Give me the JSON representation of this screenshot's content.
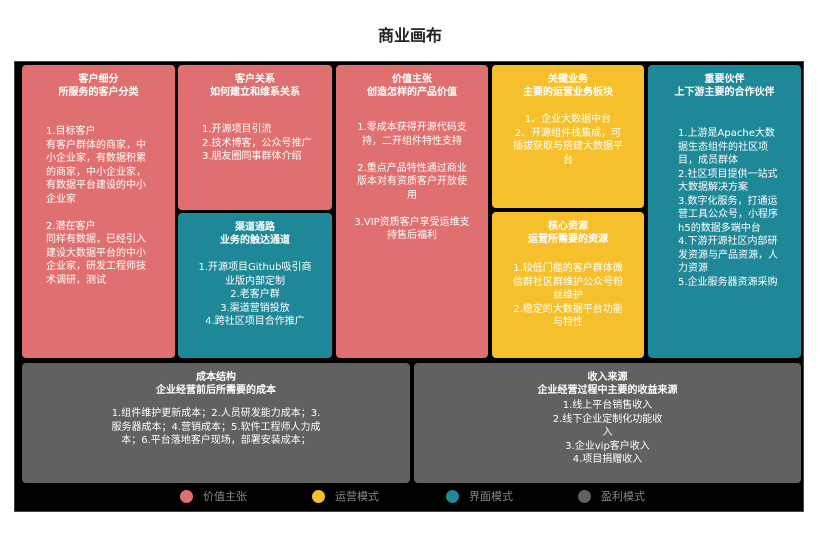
{
  "title": "商业画布",
  "colors": {
    "value": "#e07070",
    "ops": "#f6c02c",
    "interface": "#1f8898",
    "profit": "#616161"
  },
  "cards": {
    "segments": {
      "title": "客户细分",
      "subtitle": "所服务的客户分类",
      "body": "1.目标客户\n有客户群体的商家，中小企业家，有数据积累的商家，中小企业家，有数据平台建设的中小企业家\n\n2.潜在客户\n同样有数据，已经引入建设大数据平台的中小企业家，研发工程师技术调研，测试"
    },
    "relations": {
      "title": "客户关系",
      "subtitle": "如何建立和维系关系",
      "body": "1.开源项目引流\n2.技术博客，公众号推广\n3.朋友圈同事群体介绍"
    },
    "channels": {
      "title": "渠道通路",
      "subtitle": "业务的触达通道",
      "body": "1.开源项目Github吸引商业版内部定制\n2.老客户群\n3.渠道营销投放\n4.跨社区项目合作推广"
    },
    "value": {
      "title": "价值主张",
      "subtitle": "创造怎样的产品价值",
      "body": "1.零成本获得开源代码支持，二开组件特性支持\n\n2.重点产品特性通过商业版本对有资质客户开放使用\n\n3.VIP资质客户享受运维支持售后福利"
    },
    "activities": {
      "title": "关键业务",
      "subtitle": "主要的运营业务板块",
      "body": "1、企业大数据中台\n2、开源组件栈集成，可插拔获取与搭建大数据平台"
    },
    "resources": {
      "title": "核心资源",
      "subtitle": "运营所需要的资源",
      "body": "1.较低门槛的客户群体微信群社区群维护公众号粉丝维护\n2.稳定的大数据平台功能与特性"
    },
    "partners": {
      "title": "重要伙伴",
      "subtitle": "上下游主要的合作伙伴",
      "body": "1.上游是Apache大数据生态组件的社区项目，成员群体\n2.社区项目提供一站式大数据解决方案\n3.数字化服务，打通运营工具公众号，小程序h5的数据多端中台\n4.下游开源社区内部研发资源与产品资源，人力资源\n5.企业服务器资源采购"
    },
    "costs": {
      "title": "成本结构",
      "subtitle": "企业经营前后所需要的成本",
      "body": "1.组件维护更新成本；2.人员研发能力成本；3.服务器成本；4.营销成本；5.软件工程师人力成本；6.平台落地客户现场，部署安装成本；"
    },
    "revenue": {
      "title": "收入来源",
      "subtitle": "企业经营过程中主要的收益来源",
      "body": "1.线上平台销售收入\n2.线下企业定制化功能收入\n3.企业vip客户收入\n4.项目捐赠收入"
    }
  },
  "legend": [
    "价值主张",
    "运营模式",
    "界面模式",
    "盈利模式"
  ]
}
